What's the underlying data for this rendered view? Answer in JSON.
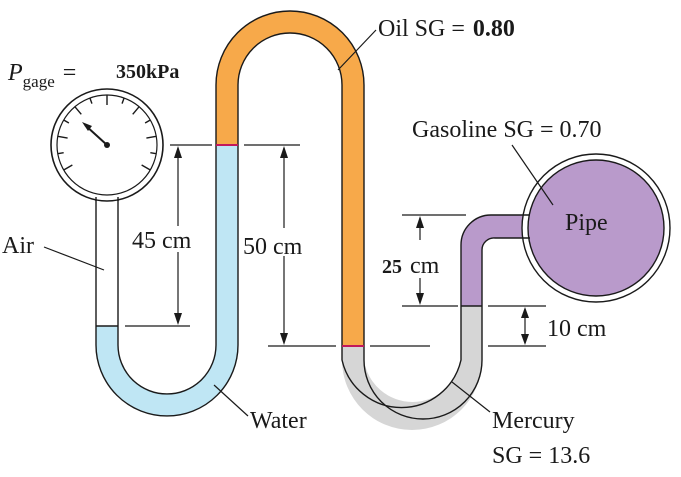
{
  "gauge": {
    "symbol": "P",
    "subscript": "gage",
    "equals": "=",
    "value": "350kPa"
  },
  "labels": {
    "air": "Air",
    "water": "Water",
    "oil_prefix": "Oil SG",
    "oil_equals": "=",
    "oil_value": "0.80",
    "gasoline": "Gasoline SG = 0.70",
    "pipe": "Pipe",
    "mercury": "Mercury",
    "mercury_sg": "SG = 13.6"
  },
  "dimensions": {
    "d45": "45 cm",
    "d50": "50 cm",
    "d25_value": "25",
    "d25_unit": "cm",
    "d10": "10 cm"
  },
  "colors": {
    "water": "#bfe6f4",
    "oil": "#f7a94a",
    "mercury": "#d6d6d6",
    "gasoline": "#b99acb",
    "pipe": "#b99acb",
    "interface": "#c2185b"
  }
}
